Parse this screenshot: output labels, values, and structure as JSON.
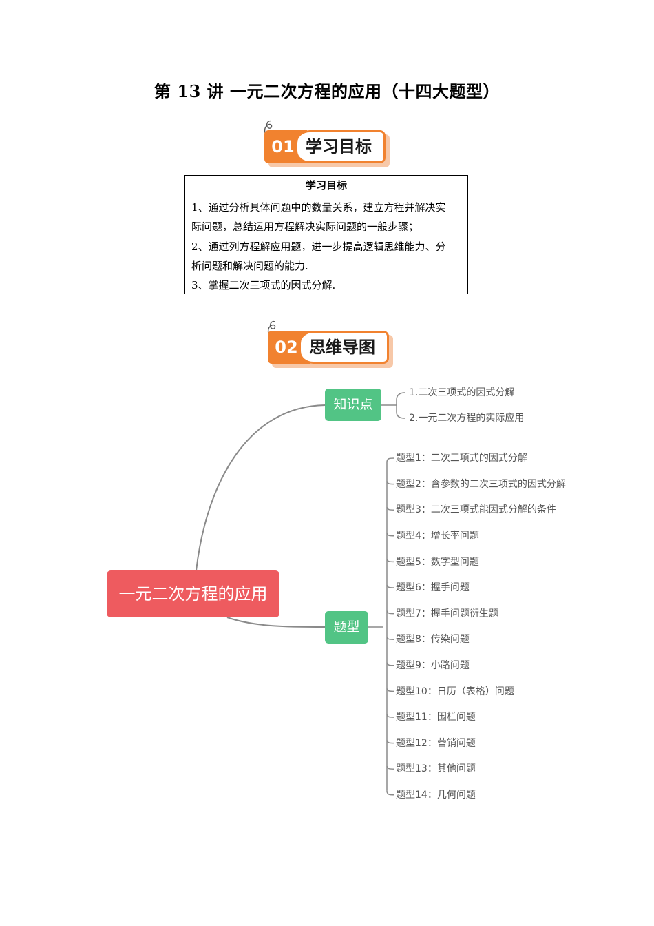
{
  "page": {
    "title": "第 13 讲  一元二次方程的应用（十四大题型）"
  },
  "section1": {
    "number": "01",
    "label": "学习目标"
  },
  "objectives": {
    "header": "学习目标",
    "lines": [
      "1、通过分析具体问题中的数量关系，建立方程并解决实",
      "际问题，总结运用方程解决实际问题的一般步骤；",
      "2、通过列方程解应用题，进一步提高逻辑思维能力、分",
      "析问题和解决问题的能力.",
      "3、掌握二次三项式的因式分解."
    ]
  },
  "section2": {
    "number": "02",
    "label": "思维导图"
  },
  "mindmap": {
    "root": "一元二次方程的应用",
    "branches": [
      {
        "label": "知识点",
        "leaves": [
          "1.二次三项式的因式分解",
          "2.一元二次方程的实际应用"
        ]
      },
      {
        "label": "题型",
        "leaves": [
          "题型1：二次三项式的因式分解",
          "题型2：含参数的二次三项式的因式分解",
          "题型3：二次三项式能因式分解的条件",
          "题型4：增长率问题",
          "题型5：数字型问题",
          "题型6：握手问题",
          "题型7：握手问题衍生题",
          "题型8：传染问题",
          "题型9：小路问题",
          "题型10：日历（表格）问题",
          "题型11：围栏问题",
          "题型12：营销问题",
          "题型13：其他问题",
          "题型14：几何问题"
        ]
      }
    ]
  },
  "colors": {
    "badge_orange": "#f1822f",
    "root_red": "#ee5b5f",
    "branch_green": "#52c485",
    "connector_gray": "#8a8a8a"
  }
}
